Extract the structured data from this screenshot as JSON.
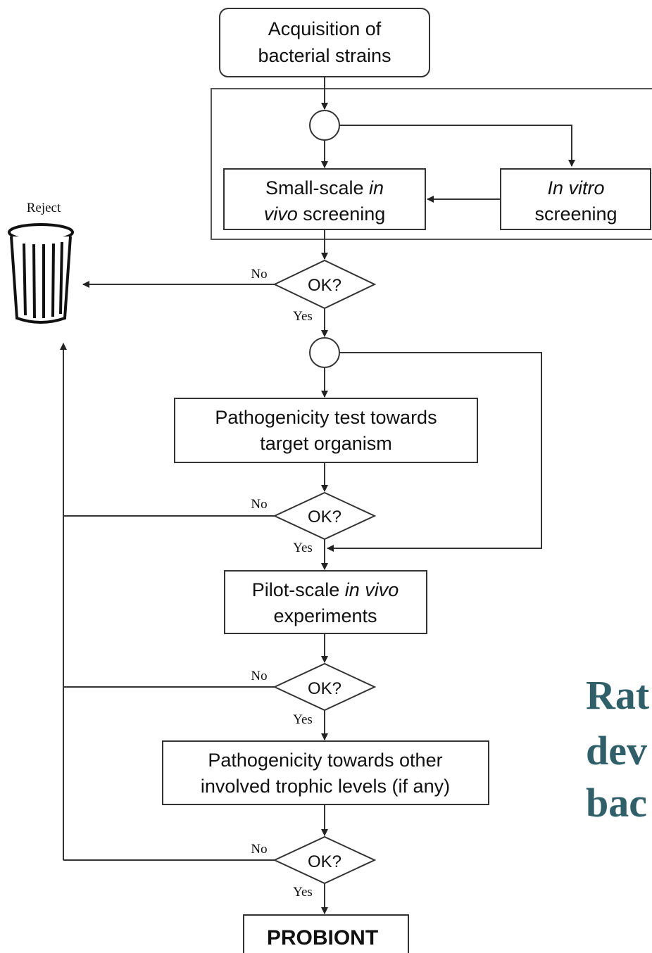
{
  "flowchart": {
    "start": "Acquisition of bacterial strains",
    "start_lines": [
      "Acquisition of",
      "bacterial strains"
    ],
    "small_scale": {
      "text": "Small-scale in vivo screening",
      "l1a": "Small-scale ",
      "l1b": "in",
      "l2a": "vivo",
      "l2b": " screening"
    },
    "in_vitro": {
      "text": "In vitro screening",
      "l1": "In vitro",
      "l2": "screening"
    },
    "pathogenicity_target_lines": [
      "Pathogenicity test towards",
      "target organism"
    ],
    "pilot": {
      "text": "Pilot-scale in vivo experiments",
      "l1a": "Pilot-scale ",
      "l1b": "in vivo",
      "l2": "experiments"
    },
    "pathogenicity_other_lines": [
      "Pathogenicity towards other",
      "involved trophic levels (if any)"
    ],
    "decision": "OK?",
    "no_label": "No",
    "yes_label": "Yes",
    "reject_label": "Reject",
    "end": "PROBIONT"
  },
  "side_text": [
    "Rat",
    "dev",
    "bac"
  ]
}
